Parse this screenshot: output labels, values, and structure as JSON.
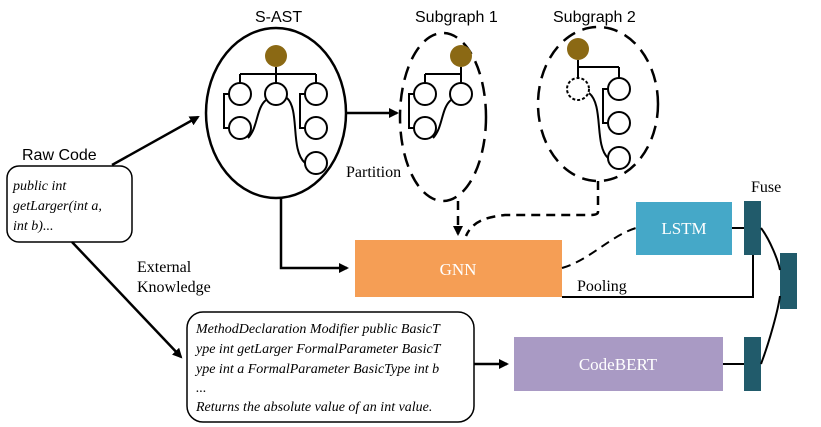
{
  "titles": {
    "sast": "S-AST",
    "subgraph1": "Subgraph 1",
    "subgraph2": "Subgraph 2",
    "fuse": "Fuse"
  },
  "labels": {
    "raw_code": "Raw Code",
    "partition": "Partition",
    "external_knowledge_1": "External",
    "external_knowledge_2": "Knowledge",
    "pooling": "Pooling"
  },
  "code_box": {
    "lines": [
      "public int",
      "getLarger(int a,",
      "int b)..."
    ]
  },
  "knowledge_box": {
    "lines": [
      "MethodDeclaration Modifier public BasicT",
      "ype int getLarger FormalParameter BasicT",
      "ype int a FormalParameter BasicType int b",
      "...",
      "Returns the absolute value of an int value."
    ]
  },
  "modules": {
    "gnn": "GNN",
    "lstm": "LSTM",
    "codebert": "CodeBERT"
  },
  "colors": {
    "gnn": "#F59E55",
    "lstm": "#45A8C8",
    "codebert": "#A99AC4",
    "fuse_bar": "#215B6B",
    "root_node": "#8B6914"
  }
}
